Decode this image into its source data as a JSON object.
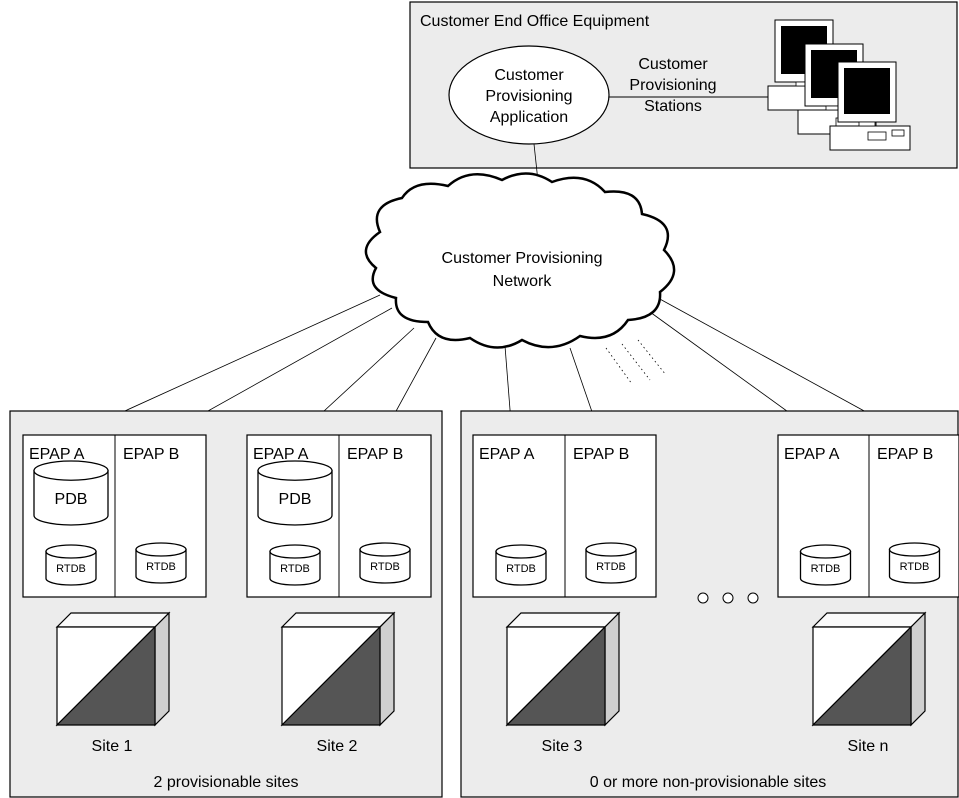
{
  "office": {
    "title": "Customer End Office Equipment",
    "application": [
      "Customer",
      "Provisioning",
      "Application"
    ],
    "stations": [
      "Customer",
      "Provisioning",
      "Stations"
    ]
  },
  "network": {
    "label": [
      "Customer Provisioning",
      "Network"
    ]
  },
  "provisionable_group": {
    "caption": "2 provisionable sites"
  },
  "non_provisionable_group": {
    "caption": "0 or more non-provisionable sites"
  },
  "server_labels": {
    "epap_a": "EPAP A",
    "epap_b": "EPAP B",
    "pdb": "PDB",
    "rtdb": "RTDB"
  },
  "sites": [
    {
      "name": "Site 1",
      "has_pdb": true
    },
    {
      "name": "Site 2",
      "has_pdb": true
    },
    {
      "name": "Site 3",
      "has_pdb": false
    },
    {
      "name": "Site n",
      "has_pdb": false
    }
  ],
  "ellipsis_count": 3
}
